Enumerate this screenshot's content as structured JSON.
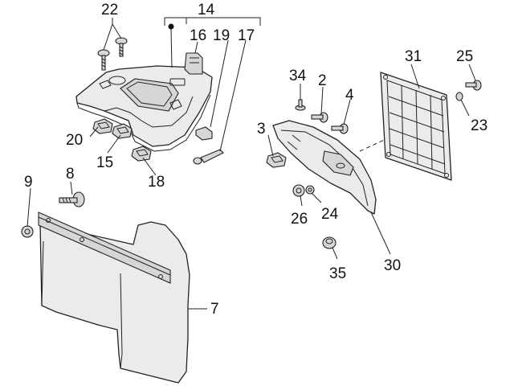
{
  "labels": {
    "l2": "2",
    "l3": "3",
    "l4": "4",
    "l7": "7",
    "l8": "8",
    "l9": "9",
    "l14": "14",
    "l15": "15",
    "l16": "16",
    "l17": "17",
    "l18": "18",
    "l19": "19",
    "l20": "20",
    "l22": "22",
    "l23": "23",
    "l24": "24",
    "l25": "25",
    "l26": "26",
    "l30": "30",
    "l31": "31",
    "l34": "34",
    "l35": "35"
  }
}
